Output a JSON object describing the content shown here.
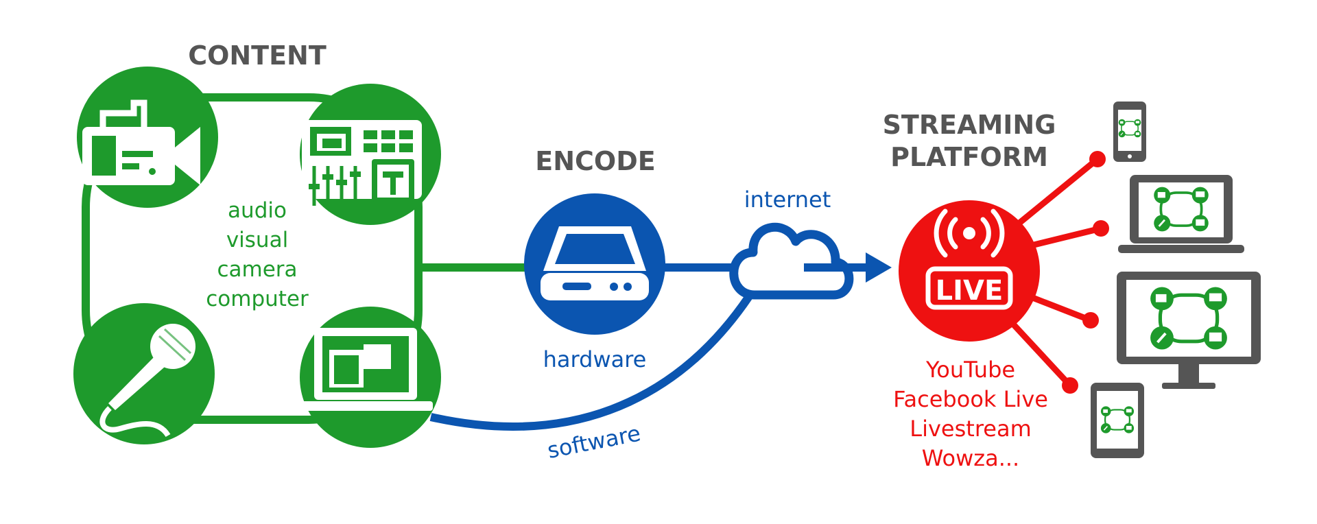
{
  "headings": {
    "content": "CONTENT",
    "encode": "ENCODE",
    "streaming_line1": "STREAMING",
    "streaming_line2": "PLATFORM"
  },
  "content_items": [
    "audio",
    "visual",
    "camera",
    "computer"
  ],
  "labels": {
    "hardware": "hardware",
    "software": "software",
    "internet": "internet",
    "live": "LIVE"
  },
  "platforms": [
    "YouTube",
    "Facebook Live",
    "Livestream",
    "Wowza..."
  ],
  "icons": {
    "content": [
      "video-camera-icon",
      "audio-mixer-icon",
      "microphone-icon",
      "laptop-icon"
    ],
    "encode": "hardware-encoder-icon",
    "network": "cloud-icon",
    "stream": "live-broadcast-icon",
    "devices": [
      "smartphone-icon",
      "laptop-icon",
      "monitor-icon",
      "tablet-icon"
    ]
  },
  "colors": {
    "green": "#1e9a2c",
    "blue": "#0b55b0",
    "red": "#ee1111",
    "gray": "#555555"
  }
}
